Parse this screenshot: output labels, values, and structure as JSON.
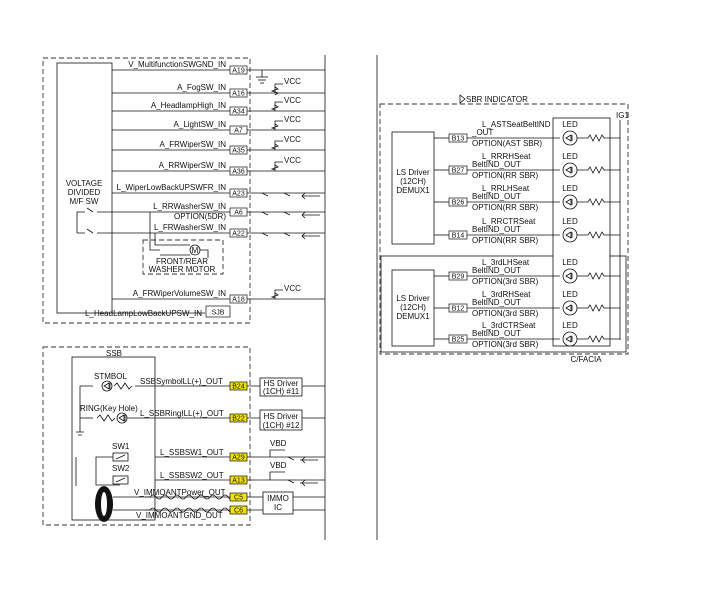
{
  "left_top": {
    "signals": [
      "V_MultifunctionSWGND_IN",
      "A_FogSW_IN",
      "A_HeadlampHigh_IN",
      "A_LightSW_IN",
      "A_FRWiperSW_IN",
      "A_RRWiperSW_IN",
      "L_WiperLowBackUPSWFR_IN",
      "L_RRWasherSW_IN",
      "OPTION(5DR)",
      "L_FRWasherSW_IN",
      "A_FRWiperVolumeSW_IN",
      "L_HeadLampLowBackUPSW_IN"
    ],
    "pins": [
      "A19",
      "A16",
      "A34",
      "A7",
      "A35",
      "A36",
      "A23",
      "A6",
      "A22",
      "A18",
      "SJB"
    ],
    "vcc": "VCC",
    "module_label": [
      "VOLTAGE",
      "DIVIDED",
      "M/F SW"
    ],
    "motor_label": [
      "FRONT/REAR",
      "WASHER MOTOR"
    ],
    "motor_symbol": "M"
  },
  "left_bottom": {
    "title": "SSB",
    "stmbol": "STMBOL",
    "ring": "RING(Key Hole)",
    "sw1": "SW1",
    "sw2": "SW2",
    "signals": [
      "SSBSymbolLL(+)_OUT",
      "L_SSBRingILL(+)_OUT",
      "L_SSBSW1_OUT",
      "L_SSBSW2_OUT",
      "V_IMMOANTPower_OUT",
      "V_IMMOANTGND_OUT"
    ],
    "pins": [
      "B24",
      "B22",
      "A29",
      "A13",
      "C5",
      "C6"
    ],
    "hs1": [
      "HS Driver",
      "(1CH) #11"
    ],
    "hs2": [
      "HS Driver",
      "(1CH) #12"
    ],
    "vbd": "VBD",
    "immo": [
      "IMMO",
      "IC"
    ]
  },
  "right": {
    "title": "SBR INDICATOR",
    "ig1": "IG1",
    "led": "LED",
    "facia": "C/FACIA",
    "driver1": [
      "LS Driver",
      "(12CH)",
      "DEMUX1"
    ],
    "driver2": [
      "LS Driver",
      "(12CH)",
      "DEMUX1"
    ],
    "channels": [
      {
        "pin": "B13",
        "l1": "L_ASTSeatBeltIND",
        "l2": "_OUT",
        "opt": "OPTION(AST SBR)"
      },
      {
        "pin": "B27",
        "l1": "L_RRRHSeat",
        "l2": "BeltIND_OUT",
        "opt": "OPTION(RR SBR)"
      },
      {
        "pin": "B26",
        "l1": "L_RRLHSeat",
        "l2": "BeltIND_OUT",
        "opt": "OPTION(RR SBR)"
      },
      {
        "pin": "B14",
        "l1": "L_RRCTRSeat",
        "l2": "BeltIND_OUT",
        "opt": "OPTION(RR SBR)"
      },
      {
        "pin": "B29",
        "l1": "L_3rdLHSeat",
        "l2": "BeltIND_OUT",
        "opt": "OPTION(3rd SBR)"
      },
      {
        "pin": "B12",
        "l1": "L_3rdRHSeat",
        "l2": "BeltIND_OUT",
        "opt": "OPTION(3rd SBR)"
      },
      {
        "pin": "B25",
        "l1": "L_3rdCTRSeat",
        "l2": "BeltIND_OUT",
        "opt": "OPTION(3rd SBR)"
      }
    ]
  }
}
